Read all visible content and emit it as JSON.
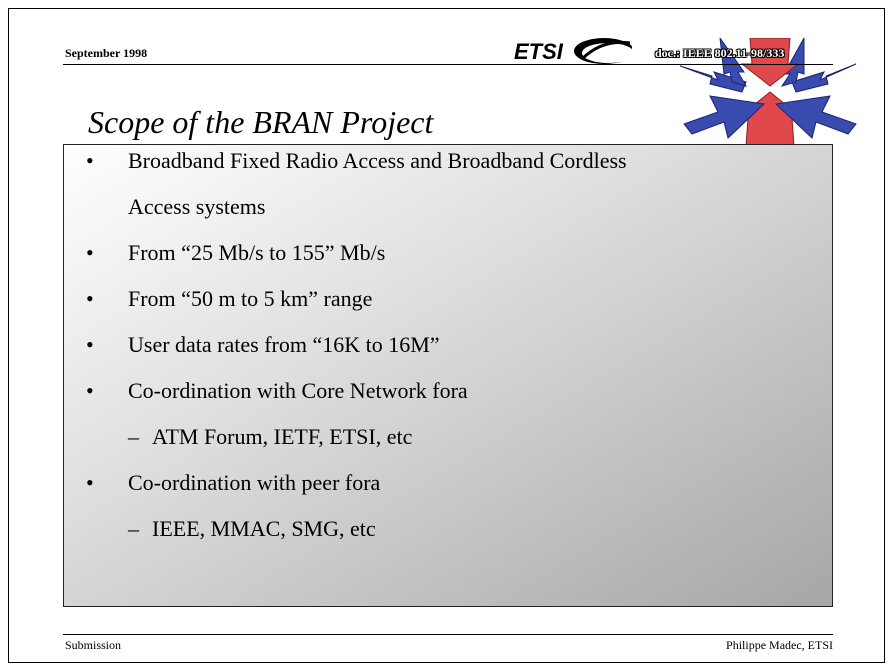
{
  "header": {
    "date": "September 1998",
    "logo_text": "ETSI",
    "doc_ref": "doc.: IEEE 802.11-98/333"
  },
  "title": "Scope of the BRAN Project",
  "bullets": [
    {
      "marker": "•",
      "lines": [
        "Broadband Fixed Radio Access and Broadband Cordless",
        "Access systems"
      ],
      "level": 1
    },
    {
      "marker": "•",
      "lines": [
        "From “25 Mb/s to 155” Mb/s"
      ],
      "level": 1
    },
    {
      "marker": "•",
      "lines": [
        "From “50 m to 5 km” range"
      ],
      "level": 1
    },
    {
      "marker": "•",
      "lines": [
        "User data rates from “16K to 16M”"
      ],
      "level": 1
    },
    {
      "marker": "•",
      "lines": [
        "Co-ordination with Core Network fora"
      ],
      "level": 1
    },
    {
      "marker": "–",
      "lines": [
        "ATM Forum, IETF, ETSI, etc"
      ],
      "level": 2
    },
    {
      "marker": "•",
      "lines": [
        "Co-ordination with peer fora"
      ],
      "level": 1
    },
    {
      "marker": "–",
      "lines": [
        "IEEE, MMAC, SMG, etc"
      ],
      "level": 2
    }
  ],
  "footer": {
    "left": "Submission",
    "right": "Philippe Madec, ETSI"
  },
  "colors": {
    "arrow_blue": "#3a4bb0",
    "arrow_red": "#e0484c"
  }
}
